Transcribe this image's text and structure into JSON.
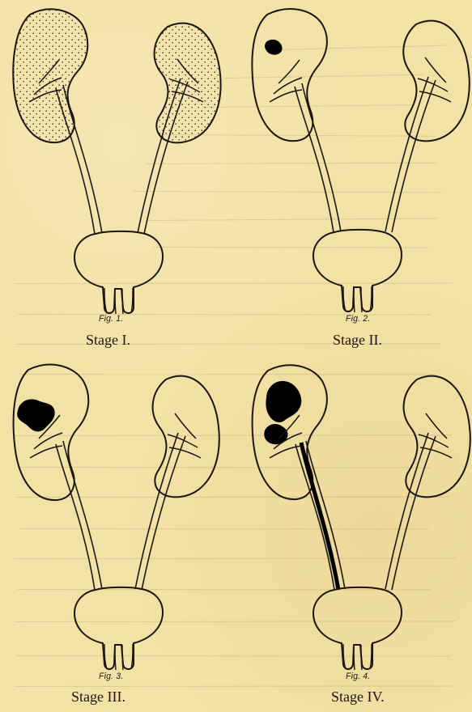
{
  "page": {
    "background_color": "#f3e2a6",
    "ink_color": "#1b1710",
    "shadow_color": "#000000"
  },
  "figures": [
    {
      "figure_label": "Fig. 1.",
      "caption": "Stage I."
    },
    {
      "figure_label": "Fig. 2.",
      "caption": "Stage II."
    },
    {
      "figure_label": "Fig. 3.",
      "caption": "Stage III."
    },
    {
      "figure_label": "Fig. 4.",
      "caption": "Stage IV."
    }
  ]
}
